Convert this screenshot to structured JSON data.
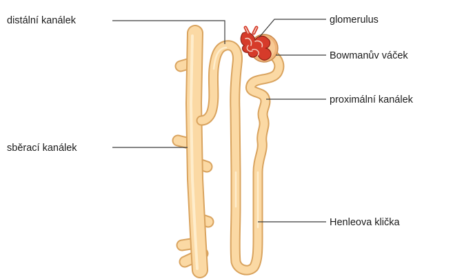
{
  "labels": {
    "distal": "distální kanálek",
    "glomerulus": "glomerulus",
    "bowman": "Bowmanův váček",
    "proximal": "proximální kanálek",
    "collecting": "sběrací kanálek",
    "henle": "Henleova klička"
  },
  "colors": {
    "tube_fill": "#fbd9a4",
    "tube_outline": "#d9a35e",
    "capsule": "#f0b57a",
    "glomerulus": "#d63b2a",
    "leader": "#3a3a3a"
  }
}
